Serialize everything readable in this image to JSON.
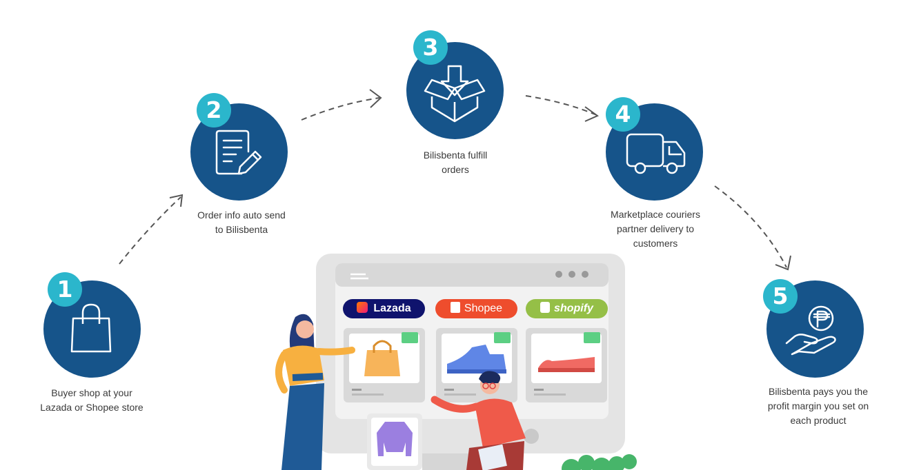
{
  "steps": [
    {
      "number": "1",
      "caption_line1": "Buyer shop at your",
      "caption_line2": "Lazada or Shopee store",
      "icon": "shopping-bag-icon"
    },
    {
      "number": "2",
      "caption_line1": "Order info auto send",
      "caption_line2": "to Bilisbenta",
      "icon": "document-edit-icon"
    },
    {
      "number": "3",
      "caption_line1": "Bilisbenta fulfill",
      "caption_line2": "orders",
      "icon": "box-download-icon"
    },
    {
      "number": "4",
      "caption_line1": "Marketplace couriers",
      "caption_line2": "partner delivery to",
      "caption_line3": "customers",
      "icon": "truck-icon"
    },
    {
      "number": "5",
      "caption_line1": "Bilisbenta pays you the",
      "caption_line2": "profit margin you set on",
      "caption_line3": "each product",
      "icon": "peso-hand-icon"
    }
  ],
  "marketplaces": {
    "lazada": "Lazada",
    "shopee": "Shopee",
    "shopify": "shopify"
  },
  "colors": {
    "circle": "#16548a",
    "badge": "#2bb6cc",
    "lazada": "#0f136d",
    "shopee": "#ee4d2d",
    "shopify": "#95bf47"
  }
}
